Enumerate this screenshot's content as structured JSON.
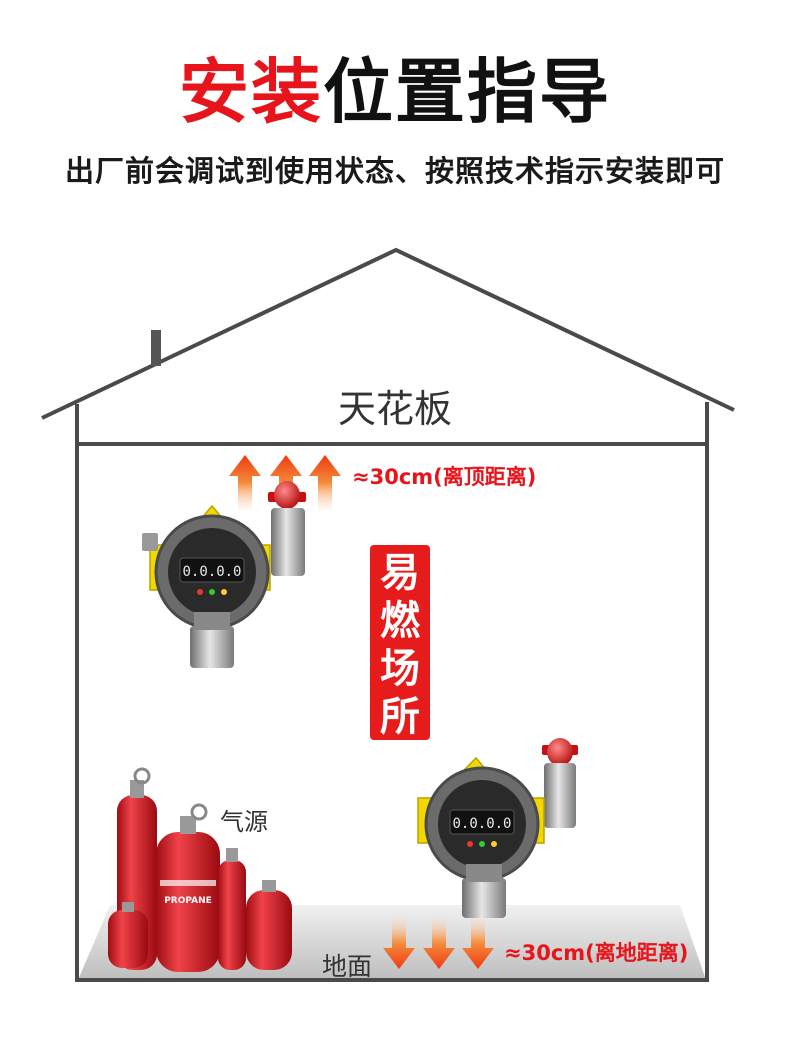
{
  "title": {
    "part_red": "安装",
    "part_black": "位置指导"
  },
  "subtitle": "出厂前会调试到使用状态、按照技术指示安装即可",
  "ceiling_label": "天花板",
  "top_distance_label": "≈30cm(离顶距离)",
  "sign_chars": [
    "易",
    "燃",
    "场",
    "所"
  ],
  "gas_source_label": "气源",
  "floor_label": "地面",
  "bottom_distance_label": "≈30cm(离地距离)",
  "detector_display": "0.0.0.0",
  "cylinder_label": "PROPANE",
  "colors": {
    "accent_red": "#e8141b",
    "arrow_orange": "#f15a22",
    "housing_yellow": "#f2d700",
    "cylinder_red": "#d8161e"
  }
}
